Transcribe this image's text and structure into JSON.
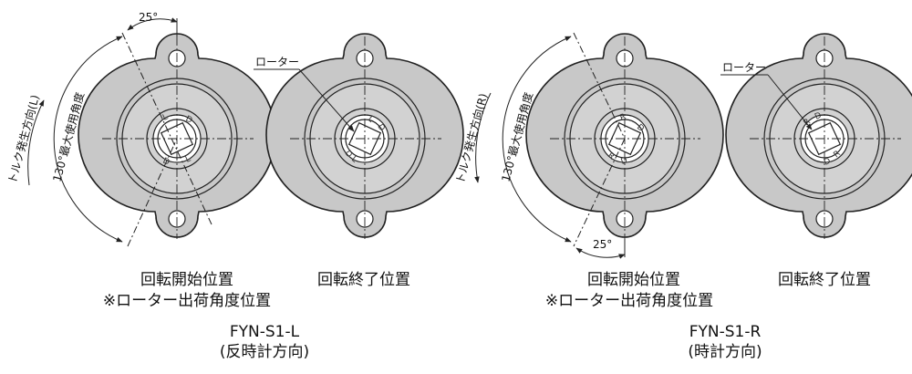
{
  "left_group": {
    "angle_25": "25°",
    "torque_direction": "トルク発生方向(L)",
    "max_angle": "130°最大使用角度",
    "rotor_label": "ローター",
    "start_position": "回転開始位置",
    "shipping_note": "※ローター出荷角度位置",
    "end_position": "回転終了位置",
    "model": "FYN-S1-L",
    "direction": "(反時計方向)",
    "rotor_marks": [
      "L",
      "D",
      "L",
      "D"
    ]
  },
  "right_group": {
    "angle_25": "25°",
    "torque_direction": "トルク発生方向(R)",
    "max_angle": "130°最大使用角度",
    "rotor_label": "ローター",
    "start_position": "回転開始位置",
    "shipping_note": "※ローター出荷角度位置",
    "end_position": "回転終了位置",
    "model": "FYN-S1-R",
    "direction": "(時計方向)",
    "rotor_marks": [
      "R",
      "D",
      "R",
      "D"
    ]
  }
}
